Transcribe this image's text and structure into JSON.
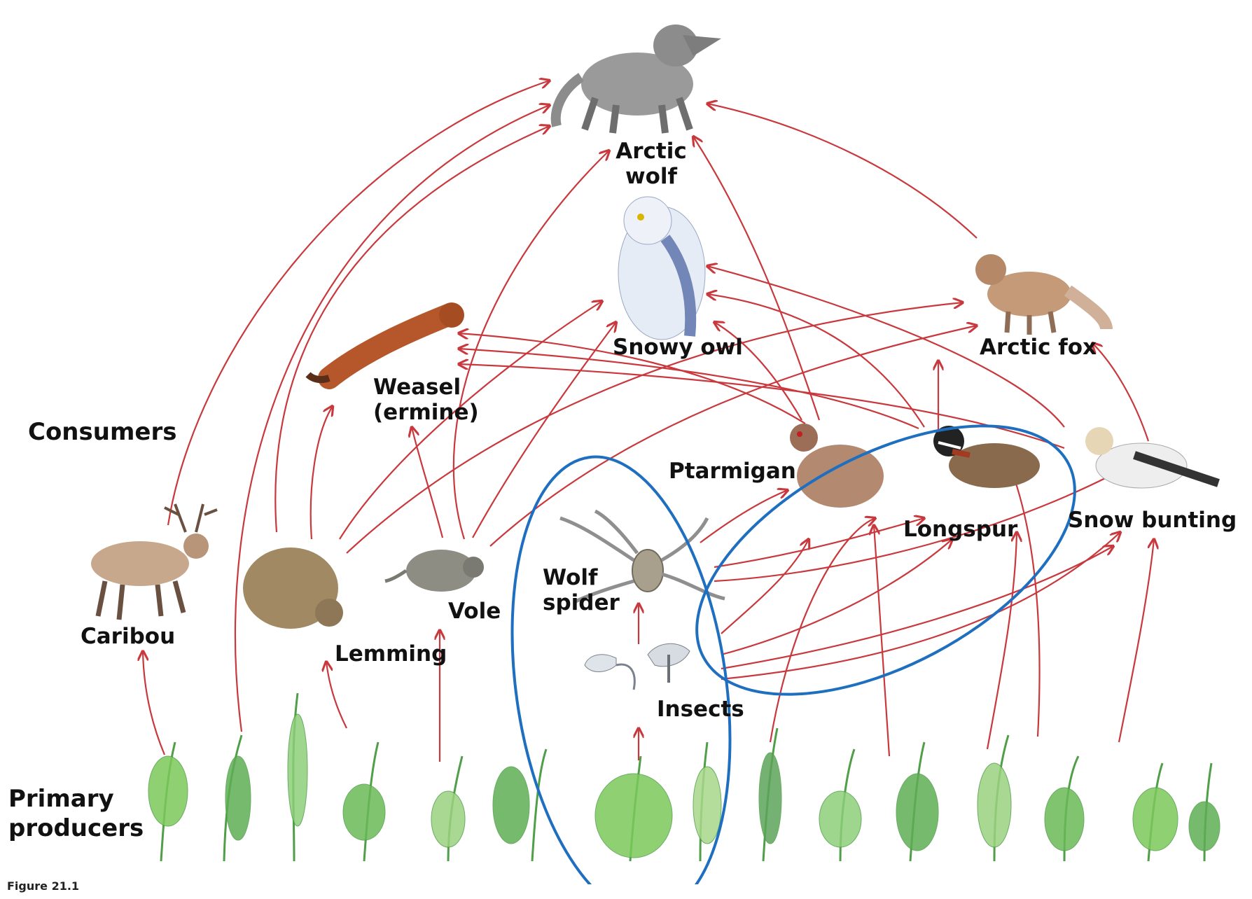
{
  "labels": {
    "arctic_wolf": "Arctic\nwolf",
    "snowy_owl": "Snowy owl",
    "arctic_fox": "Arctic fox",
    "weasel": "Weasel\n(ermine)",
    "ptarmigan": "Ptarmigan",
    "longspur": "Longspur",
    "snow_bunting": "Snow bunting",
    "caribou": "Caribou",
    "lemming": "Lemming",
    "vole": "Vole",
    "wolf_spider": "Wolf\nspider",
    "insects": "Insects",
    "consumers": "Consumers",
    "primary_producers": "Primary\nproducers",
    "figure_caption": "Figure 21.1"
  },
  "colors": {
    "arrow": "#c8383c",
    "highlight": "#1f6fc0",
    "plants": "#4fa54a"
  },
  "icons": [
    "wolf-icon",
    "owl-icon",
    "fox-icon",
    "weasel-icon",
    "ptarmigan-icon",
    "longspur-icon",
    "snow-bunting-icon",
    "caribou-icon",
    "lemming-icon",
    "vole-icon",
    "spider-icon",
    "insects-icon",
    "plants-icon"
  ]
}
